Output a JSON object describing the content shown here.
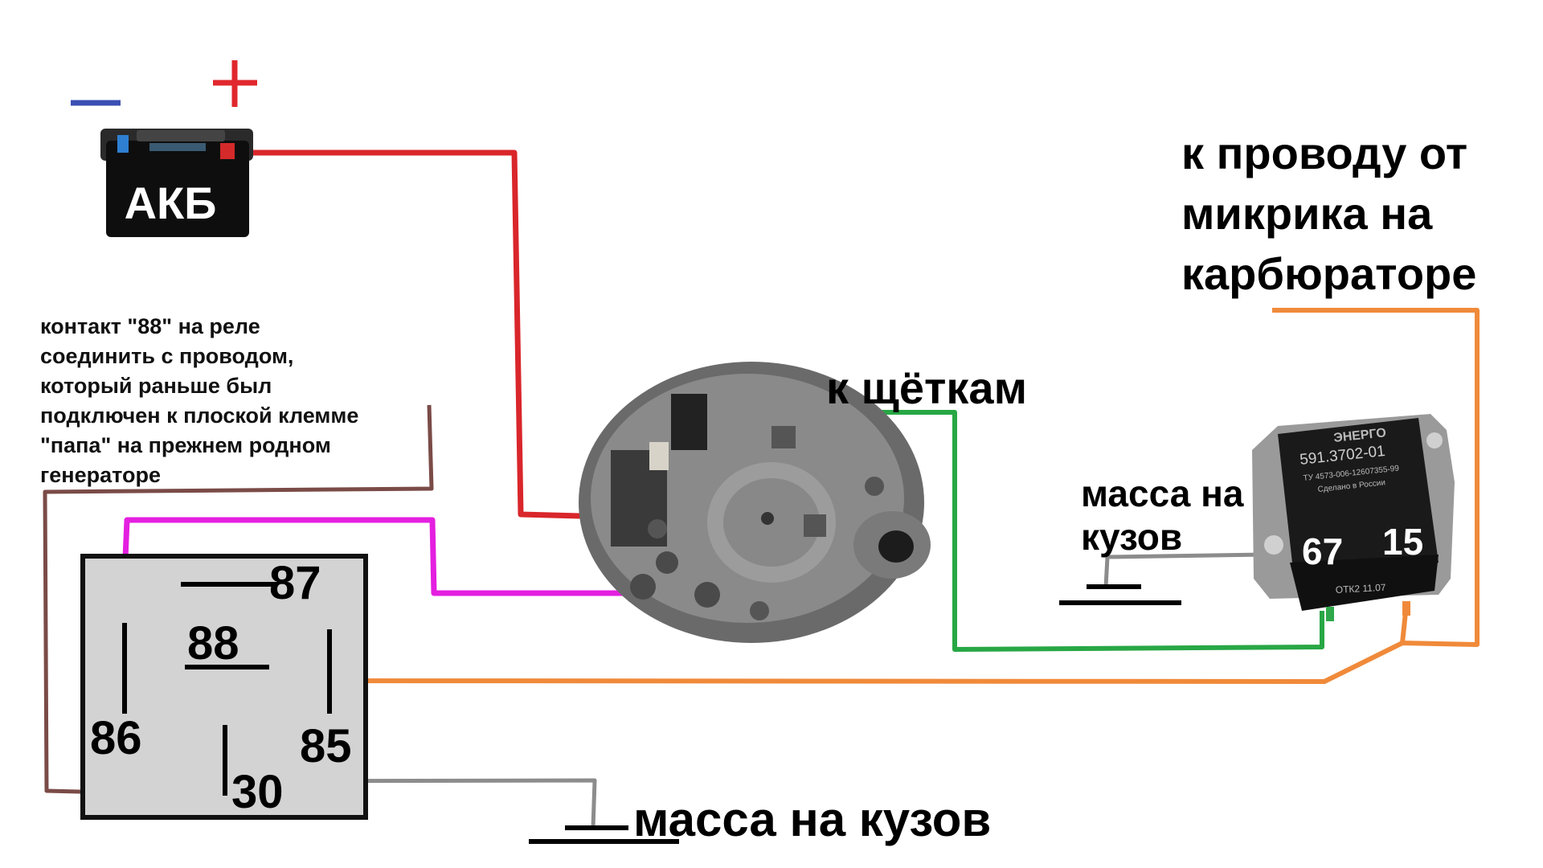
{
  "battery": {
    "label": "АКБ",
    "minus_sign": "—",
    "plus_sign": "+"
  },
  "labels": {
    "to_brushes": "к щёткам",
    "carb_line1": "к проводу от",
    "carb_line2": "микрика на",
    "carb_line3": "карбюраторе",
    "ground_regulator_line1": "масса на",
    "ground_regulator_line2": "кузов",
    "ground_relay": "масса на кузов"
  },
  "note": {
    "lines": [
      "контакт \"88\" на реле",
      "соединить с проводом,",
      "который раньше был",
      "подключен к плоской клемме",
      "\"папа\" на прежнем родном",
      "генераторе"
    ]
  },
  "relay": {
    "pins": {
      "p87": "87",
      "p88": "88",
      "p86": "86",
      "p85": "85",
      "p30": "30"
    }
  },
  "regulator": {
    "brand": "ЭНЕРГО",
    "part_number": "591.3702-01",
    "spec_line": "ТУ 4573-006-12607355-99",
    "made_in": "Сделано в России",
    "batch": "ОТК2 11.07",
    "pin_67": "67",
    "pin_15": "15"
  },
  "colors": {
    "wire_battery_plus": "#d9262b",
    "wire_brushes": "#28a745",
    "wire_pin88": "#e41fe0",
    "wire_pin15": "#f08a3a",
    "wire_pin86": "#7a4b47",
    "wire_ground": "#8c8c8c",
    "minus": "#3b4fb3",
    "plus": "#e0282d"
  }
}
